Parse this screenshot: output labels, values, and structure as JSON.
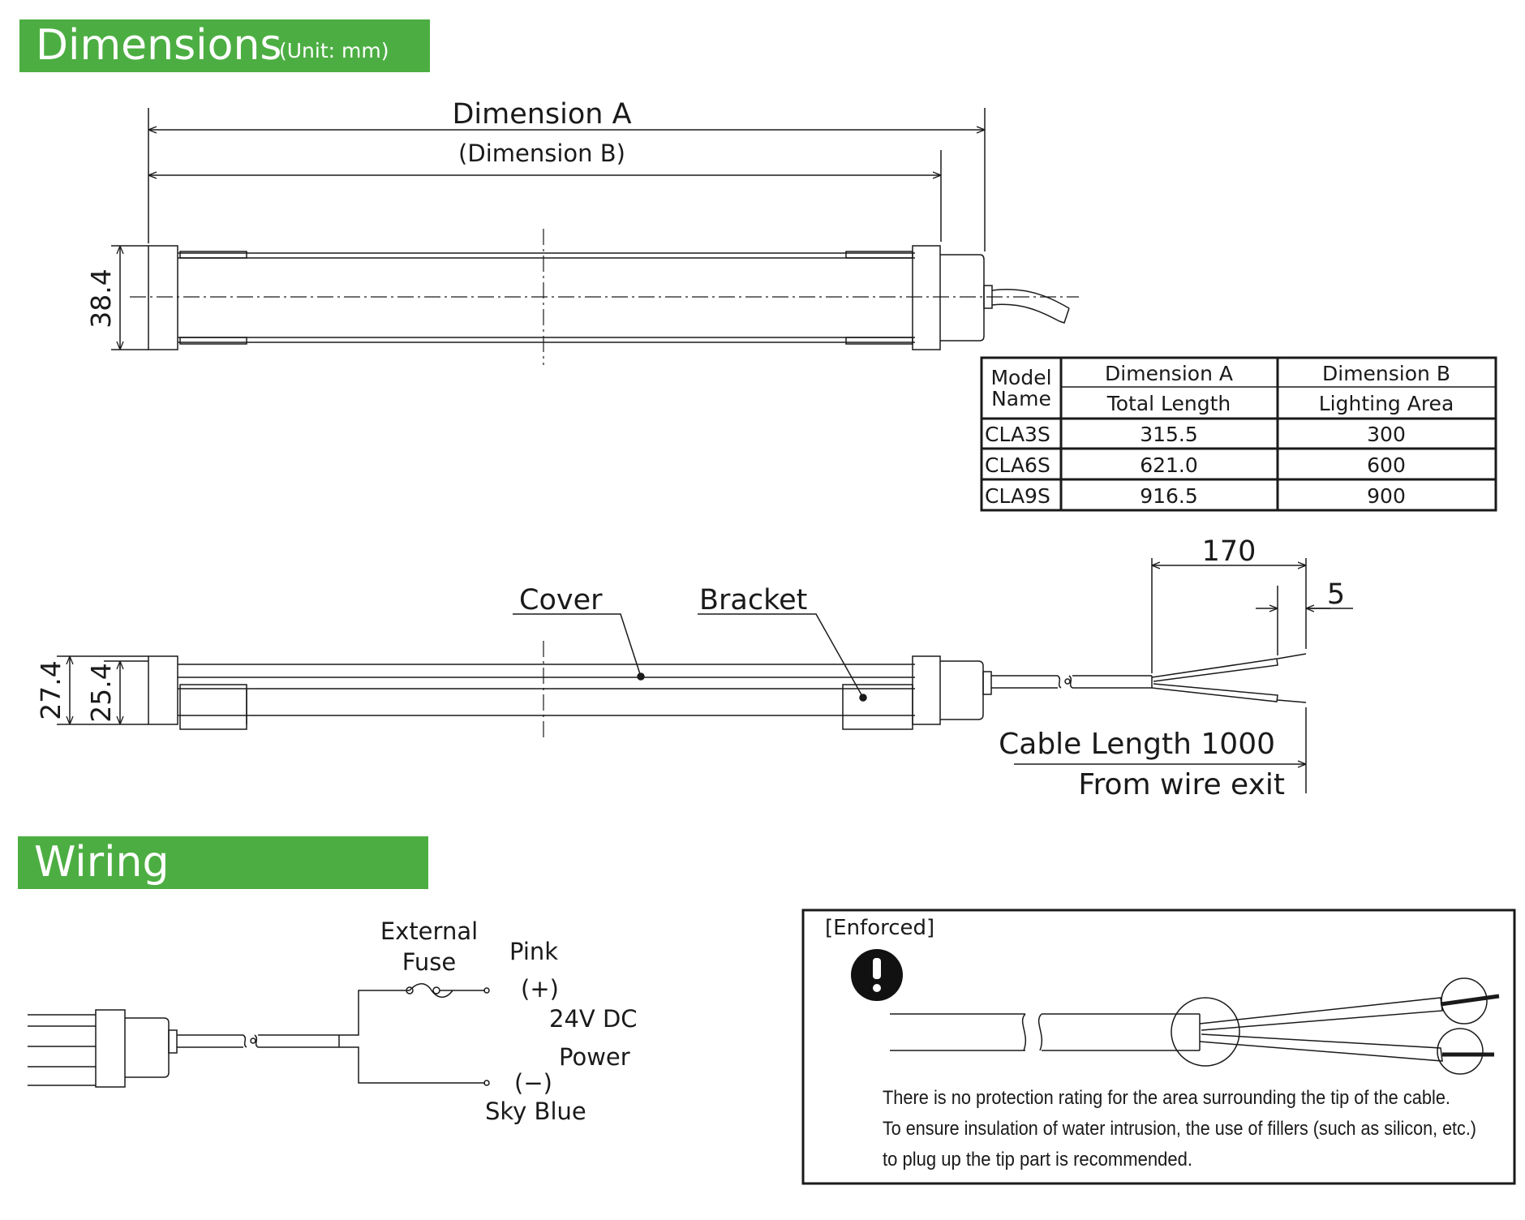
{
  "sections": {
    "dimensions": {
      "title": "Dimensions",
      "unit": "(Unit: mm)"
    },
    "wiring": {
      "title": "Wiring"
    }
  },
  "top_view": {
    "dim_a": "Dimension A",
    "dim_b": "(Dimension B)",
    "height": "38.4"
  },
  "table": {
    "header": {
      "model_line1": "Model",
      "model_line2": "Name",
      "col_a_line1": "Dimension A",
      "col_a_line2": "Total Length",
      "col_b_line1": "Dimension B",
      "col_b_line2": "Lighting Area"
    },
    "rows": [
      {
        "model": "CLA3S",
        "a": "315.5",
        "b": "300"
      },
      {
        "model": "CLA6S",
        "a": "621.0",
        "b": "600"
      },
      {
        "model": "CLA9S",
        "a": "916.5",
        "b": "900"
      }
    ]
  },
  "side_view": {
    "cover": "Cover",
    "bracket": "Bracket",
    "h1": "27.4",
    "h2": "25.4",
    "dim_170": "170",
    "dim_5": "5",
    "cable_length": "Cable Length 1000",
    "from_wire_exit": "From wire exit"
  },
  "wiring": {
    "external": "External",
    "fuse": "Fuse",
    "pink": "Pink",
    "plus": "(+)",
    "v24": "24V DC",
    "power": "Power",
    "minus": "(−)",
    "sky_blue": "Sky Blue"
  },
  "enforced": {
    "label": "[Enforced]",
    "line1": "There is no protection rating for the area surrounding the tip of the cable.",
    "line2": "To ensure insulation of water intrusion, the use of fillers (such as silicon, etc.)",
    "line3": "to plug up the tip part is recommended."
  },
  "colors": {
    "banner_green": "#4cae42",
    "line": "#1a1a1a"
  }
}
